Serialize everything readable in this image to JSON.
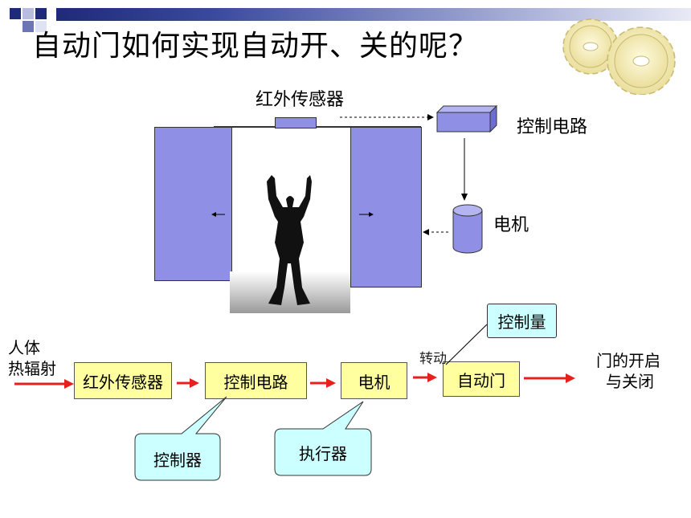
{
  "title": "自动门如何实现自动开、关的呢？",
  "diagram": {
    "sensor_label": "红外传感器",
    "control_circuit_label": "控制电路",
    "motor_label": "电机"
  },
  "flow": {
    "input_line1": "人体",
    "input_line2": "热辐射",
    "boxes": [
      "红外传感器",
      "控制电路",
      "电机",
      "自动门"
    ],
    "rotation_label": "转动",
    "output_line1": "门的开启",
    "output_line2": "与关闭",
    "controlled_quantity": "控制量",
    "controller": "控制器",
    "actuator": "执行器"
  },
  "colors": {
    "door": "#8f8fe6",
    "flow_box": "#ffffa0",
    "bubble": "#ccffff",
    "arrow": "#e8201c"
  }
}
